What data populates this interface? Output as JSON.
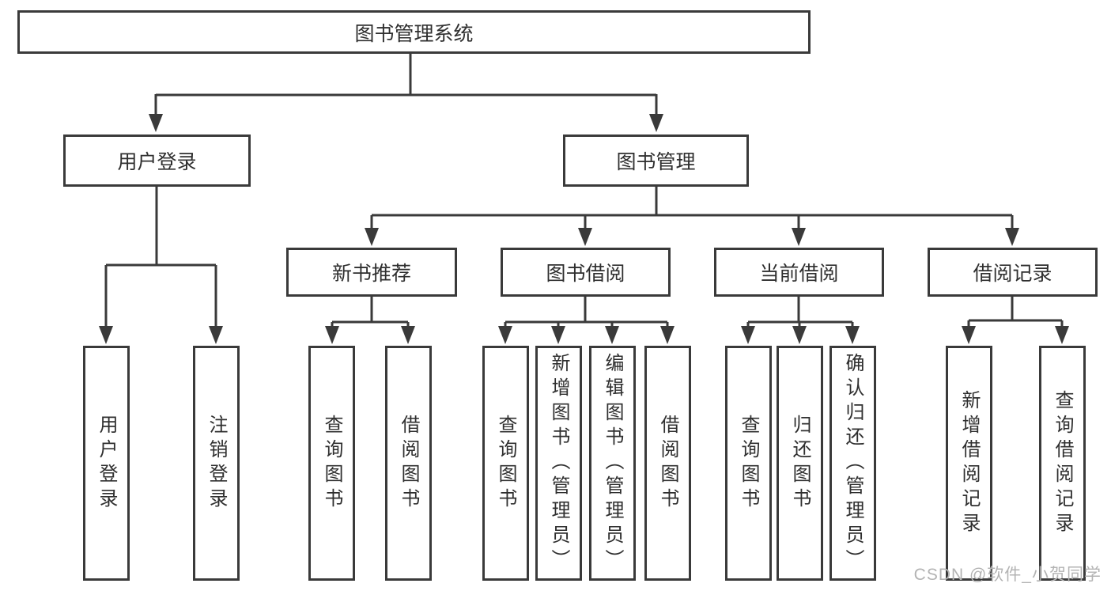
{
  "tree": {
    "root": {
      "label": "图书管理系统"
    },
    "children": [
      {
        "label": "用户登录",
        "children": [
          {
            "label": "用户登录"
          },
          {
            "label": "注销登录"
          }
        ]
      },
      {
        "label": "图书管理",
        "children": [
          {
            "label": "新书推荐",
            "children": [
              {
                "label": "查询图书"
              },
              {
                "label": "借阅图书"
              }
            ]
          },
          {
            "label": "图书借阅",
            "children": [
              {
                "label": "查询图书"
              },
              {
                "label": "新增图书（管理员）"
              },
              {
                "label": "编辑图书（管理员）"
              },
              {
                "label": "借阅图书"
              }
            ]
          },
          {
            "label": "当前借阅",
            "children": [
              {
                "label": "查询图书"
              },
              {
                "label": "归还图书"
              },
              {
                "label": "确认归还（管理员）"
              }
            ]
          },
          {
            "label": "借阅记录",
            "children": [
              {
                "label": "新增借阅记录"
              },
              {
                "label": "查询借阅记录"
              }
            ]
          }
        ]
      }
    ]
  },
  "watermark": "CSDN @软件_小贺同学",
  "colors": {
    "line": "#3a3a3a",
    "text": "#2f2f2f",
    "watermark": "#b3b3b3",
    "background": "#ffffff"
  }
}
